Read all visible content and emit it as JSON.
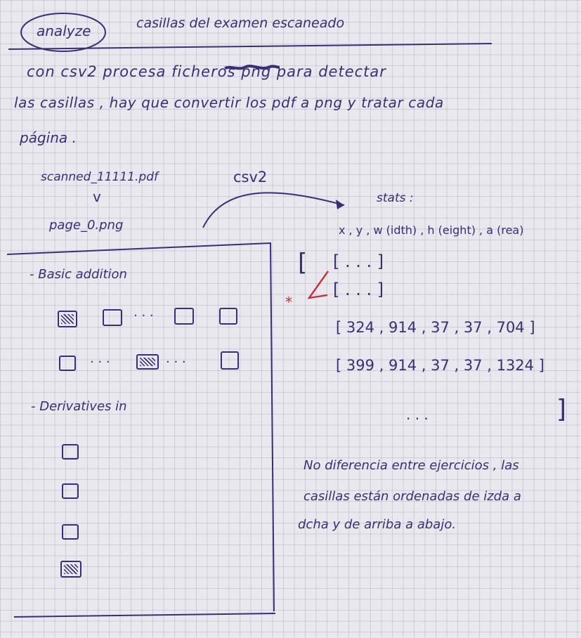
{
  "header": {
    "circled_word": "analyze",
    "title": "casillas del examen escaneado"
  },
  "intro": {
    "line1": "con csv2  procesa         ficheros png para detectar",
    "line2": "las casillas , hay que convertir los pdf a png y tratar cada",
    "line3": "página ."
  },
  "flow": {
    "source_file": "scanned_11111.pdf",
    "arrow_down": "v",
    "page_file": "page_0.png",
    "tool_label": "csv2"
  },
  "stats": {
    "label": "stats :",
    "columns": "x , y , w (idth) , h (eight) , a (rea)",
    "placeholder_row": "[   . . .                                      ]",
    "rows": [
      "[ 324 , 914 , 37 , 37 , 704 ]",
      "[ 399 , 914 , 37 , 37 , 1324 ]"
    ],
    "ellipsis": ". . .",
    "outer_open": "[",
    "closing_bracket": "]",
    "marker": "*"
  },
  "page_sketch": {
    "section1": "- Basic addition",
    "section2": "- Derivatives in",
    "dots": ". . ."
  },
  "note": {
    "line1": "No diferencia entre ejercicios , las",
    "line2": "casillas están ordenadas de izda a",
    "line3": "dcha y de arriba a abajo."
  },
  "colors": {
    "ink": "#3a2f74",
    "red": "#c2303a",
    "paper": "#e9e8ef"
  }
}
